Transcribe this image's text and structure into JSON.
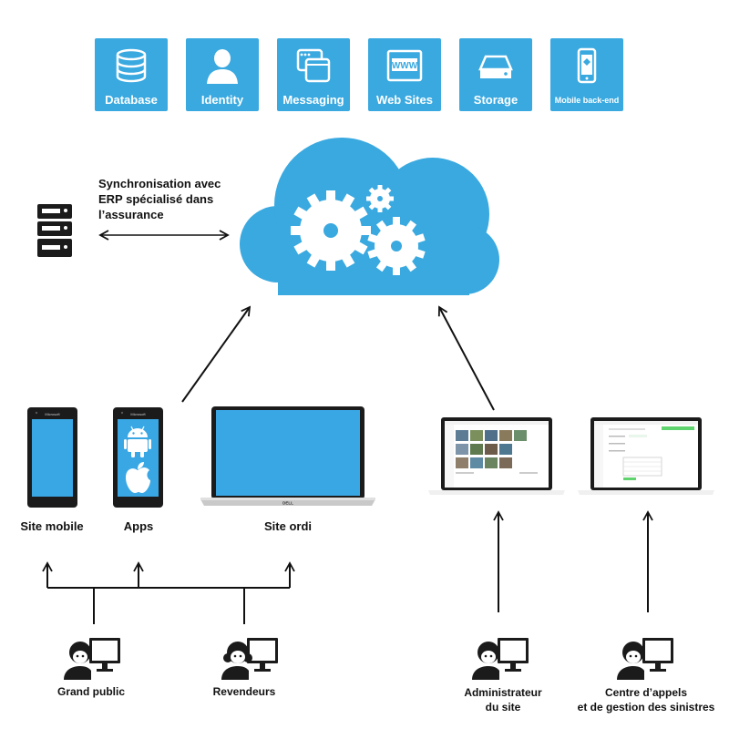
{
  "services": [
    {
      "label": "Database",
      "icon": "database-icon"
    },
    {
      "label": "Identity",
      "icon": "user-icon"
    },
    {
      "label": "Messaging",
      "icon": "messaging-windows-icon"
    },
    {
      "label": "Web Sites",
      "icon": "www-browser-icon"
    },
    {
      "label": "Storage",
      "icon": "storage-drive-icon"
    },
    {
      "label": "Mobile back-end",
      "icon": "mobile-device-icon"
    }
  ],
  "sync": {
    "line1": "Synchronisation avec",
    "line2": "ERP spécialisé dans",
    "line3": "l’assurance"
  },
  "devices": {
    "site_mobile": "Site mobile",
    "apps": "Apps",
    "site_ordi": "Site ordi"
  },
  "users": {
    "grand_public": "Grand public",
    "revendeurs": "Revendeurs",
    "admin_line1": "Administrateur",
    "admin_line2": "du site",
    "centre_line1": "Centre d’appels",
    "centre_line2": "et de gestion des sinistres"
  },
  "brands": {
    "phone_brand": "Microsoft",
    "laptop_brand": "DELL"
  },
  "colors": {
    "accent": "#39a9e0",
    "screen": "#3aa7e5",
    "dark": "#1b1b1b",
    "line": "#111111"
  }
}
